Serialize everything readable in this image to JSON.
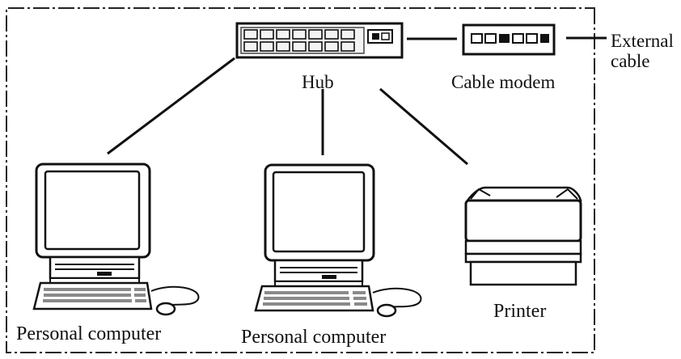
{
  "labels": {
    "hub": "Hub",
    "cable_modem": "Cable modem",
    "external_cable_line1": "External",
    "external_cable_line2": "cable",
    "pc_left": "Personal computer",
    "pc_middle": "Personal computer",
    "printer": "Printer"
  },
  "colors": {
    "ink": "#111111",
    "paper": "#ffffff",
    "gray": "#8a8a8a"
  }
}
